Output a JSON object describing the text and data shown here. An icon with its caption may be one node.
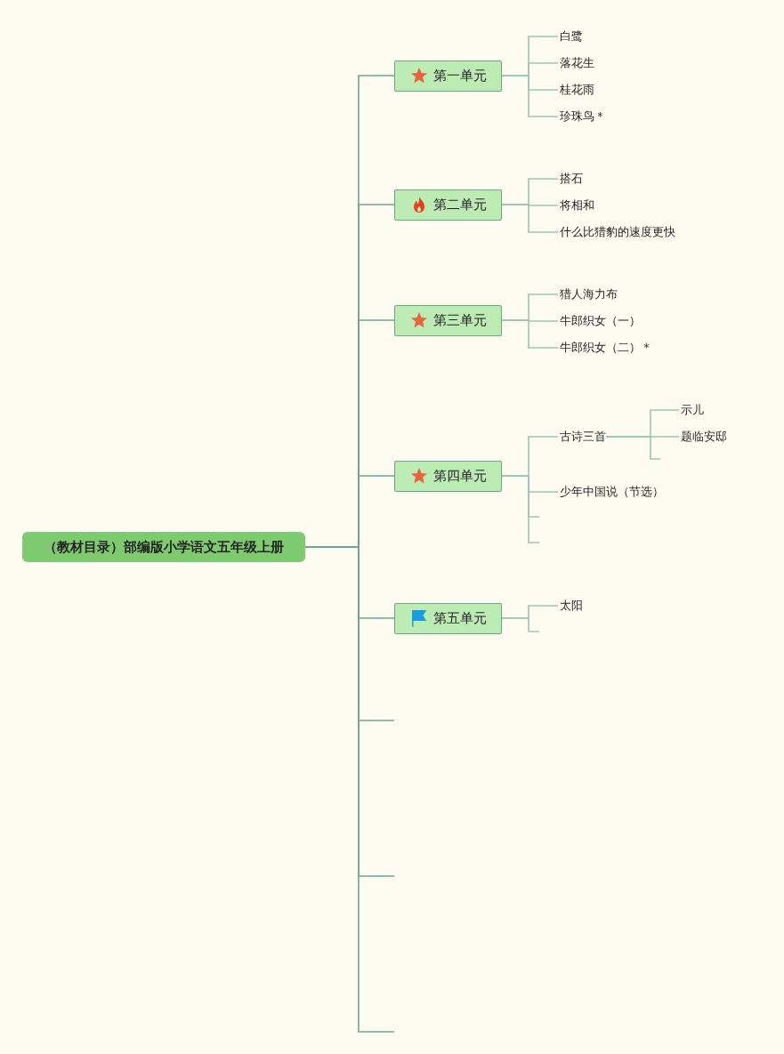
{
  "diagram": {
    "nodes": [
      {
        "text": [
          "（教材目录）部编版小学语文五年级上册"
        ]
      },
      {
        "text": [
          "第一单元"
        ]
      },
      {
        "text": [
          "白鹭"
        ]
      },
      {
        "text": [
          "落花生"
        ]
      },
      {
        "text": [
          "桂花雨"
        ]
      },
      {
        "text": [
          "珍珠鸟＊"
        ]
      },
      {
        "text": [
          "第二单元"
        ]
      },
      {
        "text": [
          "搭石"
        ]
      },
      {
        "text": [
          "将相和"
        ]
      },
      {
        "text": [
          "什么比猎豹的速度更快"
        ]
      },
      {
        "text": [
          "第三单元"
        ]
      },
      {
        "text": [
          "猎人海力布"
        ]
      },
      {
        "text": [
          "牛郎织女（一）"
        ]
      },
      {
        "text": [
          "牛郎织女（二）＊"
        ]
      },
      {
        "text": [
          "第四单元"
        ]
      },
      {
        "text": [
          "古诗三首"
        ]
      },
      {
        "text": [
          "示儿"
        ]
      },
      {
        "text": [
          "题临安邸"
        ]
      },
      {
        "text": [
          "少年中国说（节选）"
        ]
      },
      {
        "text": [
          "第五单元"
        ]
      },
      {
        "text": [
          "太阳"
        ]
      }
    ],
    "edges": [
      {
        "from": 0,
        "to": 1,
        "arrow": "none"
      },
      {
        "from": 0,
        "to": 6,
        "arrow": "none"
      },
      {
        "from": 0,
        "to": 10,
        "arrow": "none"
      },
      {
        "from": 0,
        "to": 14,
        "arrow": "none"
      },
      {
        "from": 0,
        "to": 19,
        "arrow": "none"
      },
      {
        "from": 0,
        "to": null,
        "arrow": "none"
      },
      {
        "from": 0,
        "to": null,
        "arrow": "none"
      },
      {
        "from": 0,
        "to": null,
        "arrow": "none"
      },
      {
        "from": 1,
        "to": 2,
        "arrow": "none"
      },
      {
        "from": 1,
        "to": 3,
        "arrow": "none"
      },
      {
        "from": 1,
        "to": 4,
        "arrow": "none"
      },
      {
        "from": 1,
        "to": 5,
        "arrow": "none"
      },
      {
        "from": 6,
        "to": 7,
        "arrow": "none"
      },
      {
        "from": 6,
        "to": 8,
        "arrow": "none"
      },
      {
        "from": 6,
        "to": 9,
        "arrow": "none"
      },
      {
        "from": 10,
        "to": 11,
        "arrow": "none"
      },
      {
        "from": 10,
        "to": 12,
        "arrow": "none"
      },
      {
        "from": 10,
        "to": 13,
        "arrow": "none"
      },
      {
        "from": 14,
        "to": 15,
        "arrow": "none"
      },
      {
        "from": 15,
        "to": 16,
        "arrow": "none"
      },
      {
        "from": 15,
        "to": 17,
        "arrow": "none"
      },
      {
        "from": 15,
        "to": null,
        "arrow": "none"
      },
      {
        "from": 14,
        "to": 18,
        "arrow": "none"
      },
      {
        "from": 14,
        "to": null,
        "arrow": "none"
      },
      {
        "from": 14,
        "to": null,
        "arrow": "none"
      },
      {
        "from": 19,
        "to": 20,
        "arrow": "none"
      },
      {
        "from": 19,
        "to": null,
        "arrow": "none"
      }
    ]
  }
}
